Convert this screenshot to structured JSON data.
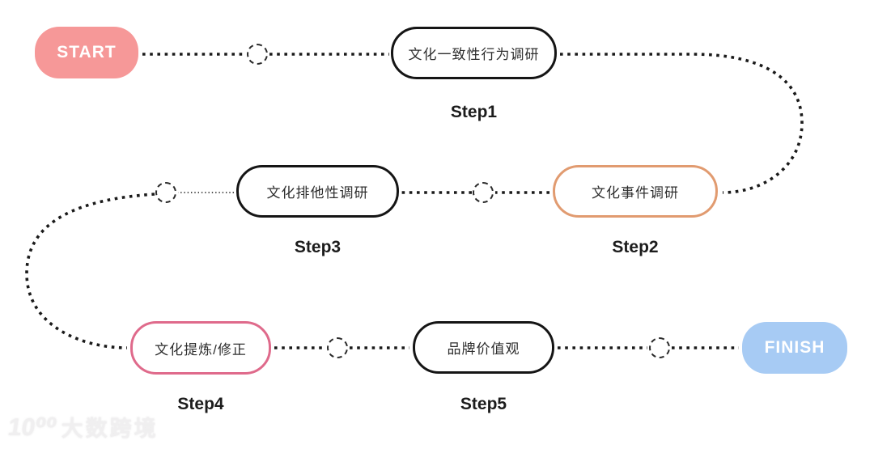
{
  "flow": {
    "start": {
      "label": "START",
      "fill": "#F69898",
      "text_color": "#ffffff"
    },
    "finish": {
      "label": "FINISH",
      "fill": "#A7CBF4",
      "text_color": "#ffffff"
    },
    "steps": [
      {
        "step_label": "Step1",
        "label": "文化一致性行为调研",
        "border_color": "#151515"
      },
      {
        "step_label": "Step2",
        "label": "文化事件调研",
        "border_color": "#E19B70"
      },
      {
        "step_label": "Step3",
        "label": "文化排他性调研",
        "border_color": "#151515"
      },
      {
        "step_label": "Step4",
        "label": "文化提炼/修正",
        "border_color": "#DF6A8B"
      },
      {
        "step_label": "Step5",
        "label": "品牌价值观",
        "border_color": "#151515"
      }
    ],
    "connectors": {
      "dot_color": "#1A1A1A",
      "junction_count": 5
    }
  },
  "watermark": {
    "logo": "10⁰⁰",
    "brand": "大数跨境"
  }
}
